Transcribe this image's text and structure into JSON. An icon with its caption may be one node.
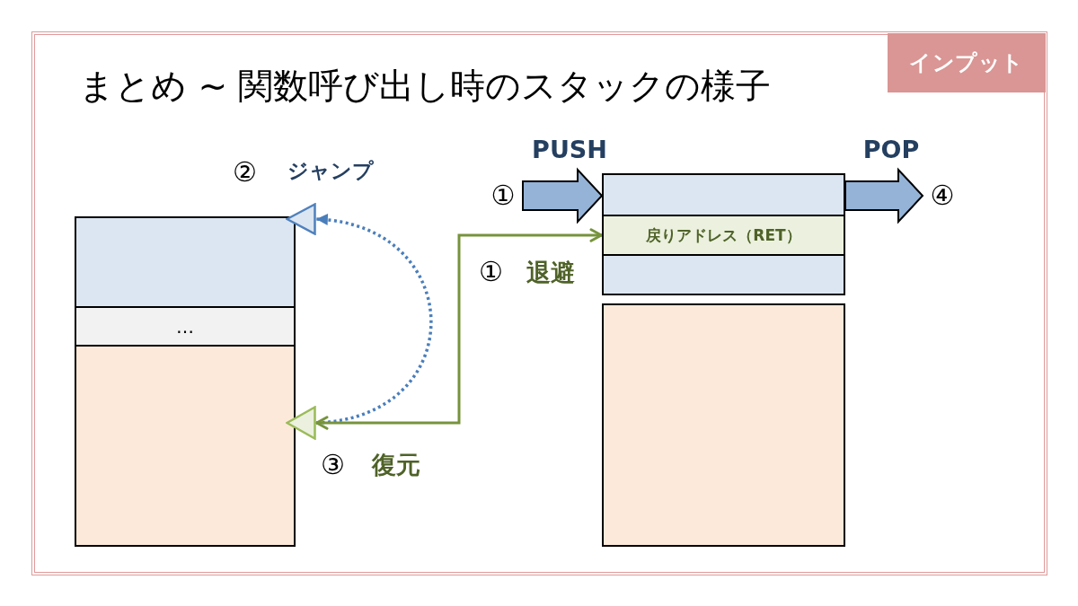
{
  "diagram": {
    "title": "まとめ ~ 関数呼び出し時のスタックの様子",
    "nodes": [
      {
        "text": [
          "インプット"
        ]
      },
      {
        "text": [],
        "shape": "box"
      },
      {
        "text": [
          "…"
        ]
      },
      {
        "text": [],
        "shape": "box"
      },
      {
        "text": [],
        "shape": "triangle"
      },
      {
        "text": [],
        "shape": "triangle"
      },
      {
        "text": [
          "①"
        ]
      },
      {
        "text": [],
        "shape": "box"
      },
      {
        "text": [
          "戻りアドレス（RET）"
        ]
      },
      {
        "text": [],
        "shape": "box"
      },
      {
        "text": [],
        "shape": "box"
      },
      {
        "text": [
          "④"
        ]
      }
    ],
    "edges": [
      {
        "from": 5,
        "to": 4,
        "arrow": "to",
        "style": "dashed",
        "color": "#4a7ebb"
      },
      {
        "from": 5,
        "to": 8,
        "arrow": "both",
        "color": "#77933c"
      },
      {
        "from": 6,
        "to": 7,
        "arrow": "to",
        "label": "PUSH",
        "style": "thick"
      },
      {
        "from": 7,
        "to": 11,
        "arrow": "to",
        "label": "POP",
        "style": "thick"
      }
    ],
    "labels": [
      "②",
      "ジャンプ",
      "①",
      "退避",
      "③",
      "復元"
    ]
  }
}
